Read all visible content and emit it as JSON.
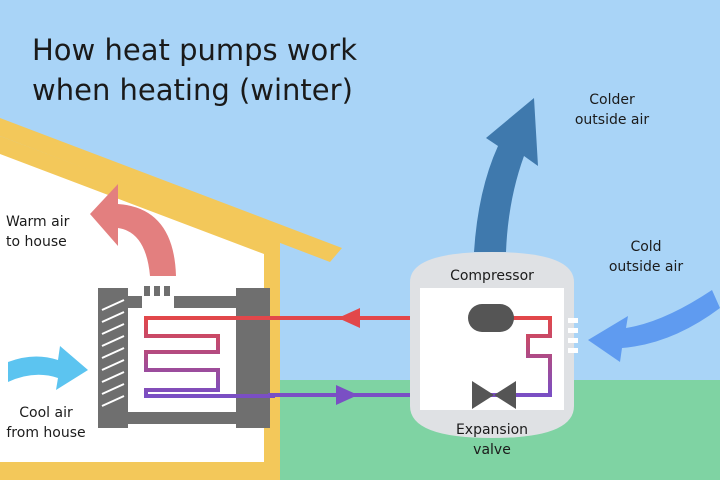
{
  "title": {
    "line1": "How heat pumps work",
    "line2": "when heating (winter)"
  },
  "labels": {
    "warm_air": [
      "Warm air",
      "to house"
    ],
    "cool_air": [
      "Cool air",
      "from house"
    ],
    "colder_air": [
      "Colder",
      "outside air"
    ],
    "cold_air": [
      "Cold",
      "outside air"
    ],
    "compressor": "Compressor",
    "expansion_valve": [
      "Expansion",
      "valve"
    ]
  },
  "colors": {
    "sky": "#a9d4f7",
    "grass": "#7fd3a3",
    "house_outline": "#f3c85a",
    "house_wall": "#ffffff",
    "hot_line": "#e2474a",
    "cold_line": "#7a4fc4",
    "warm_arrow": "#e37f7f",
    "cool_arrow": "#5cc4f0",
    "exhaust_arrow": "#3f79ad",
    "intake_arrow": "#5f9bf0",
    "unit": "#dfe1e4",
    "coil_frame": "#6f6f6f"
  },
  "icons": [
    "compressor-icon",
    "expansion-valve-icon"
  ]
}
